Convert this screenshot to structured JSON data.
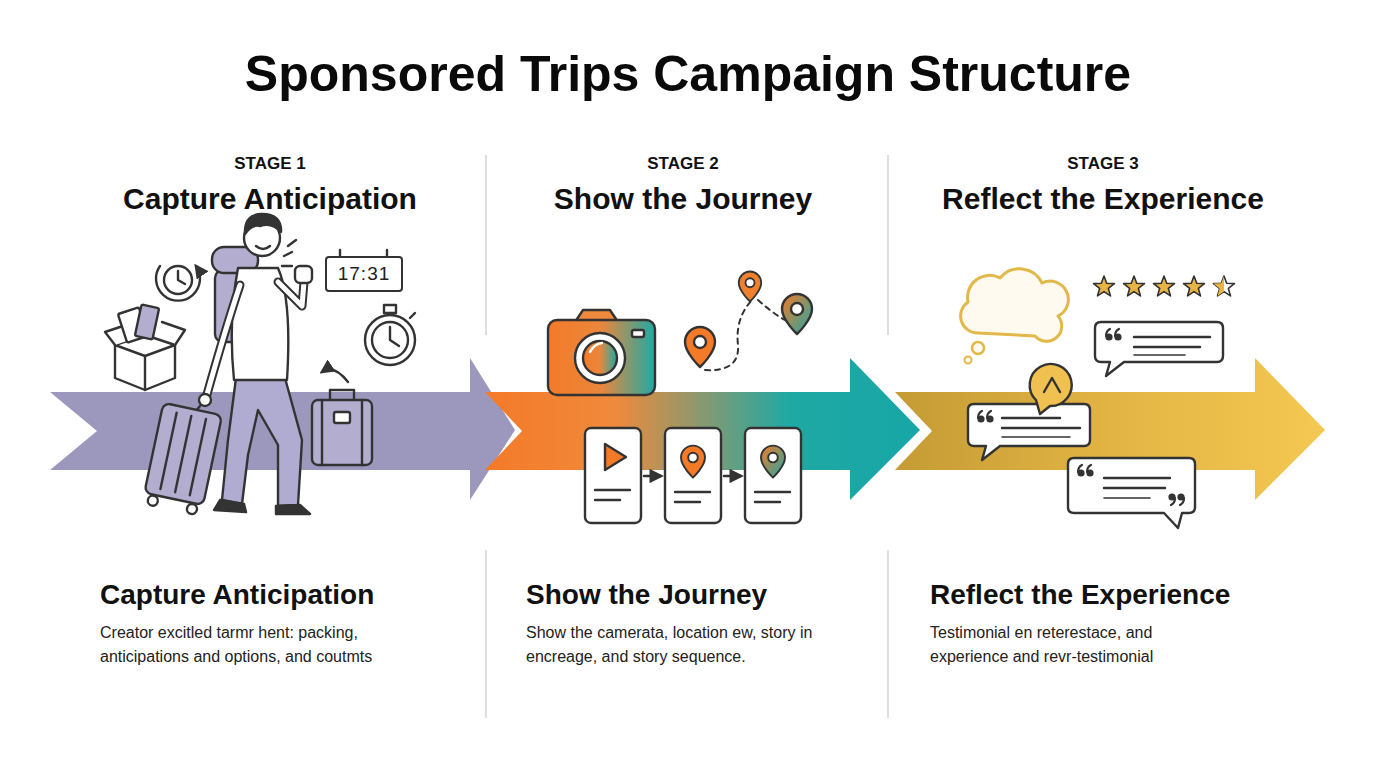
{
  "diagram": {
    "title": "Sponsored Trips Campaign Structure",
    "nodes": [
      {
        "text": [
          "17:31"
        ]
      }
    ],
    "labels": [
      "STAGE 1",
      "Capture Anticipation",
      "STAGE 2",
      "Show the Journey",
      "STAGE 3",
      "Reflect the Experience",
      "Capture Anticipation",
      "Creator excitled tarmr hent: packing, anticipations and options, and coutmts",
      "Show the Journey",
      "Show the camerata, location ew, story in encreage, and story sequence.",
      "Reflect the Experience",
      "Testimonial en reterestace, and experience and revr-testimonial"
    ]
  }
}
